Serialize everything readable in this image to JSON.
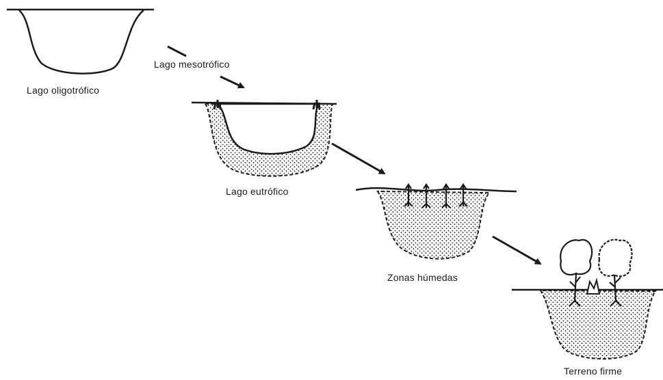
{
  "stages": [
    {
      "label": "Lago oligotrófico"
    },
    {
      "label": "Lago mesotrófico"
    },
    {
      "label": "Lago eutrófico"
    },
    {
      "label": "Zonas húmedas"
    },
    {
      "label": "Terreno firme"
    }
  ],
  "colors": {
    "ink": "#1a1a1a",
    "background": "#ffffff"
  },
  "icons": [
    "arrow-icon",
    "aquatic-plant-icon",
    "tree-icon",
    "sediment-fill"
  ]
}
